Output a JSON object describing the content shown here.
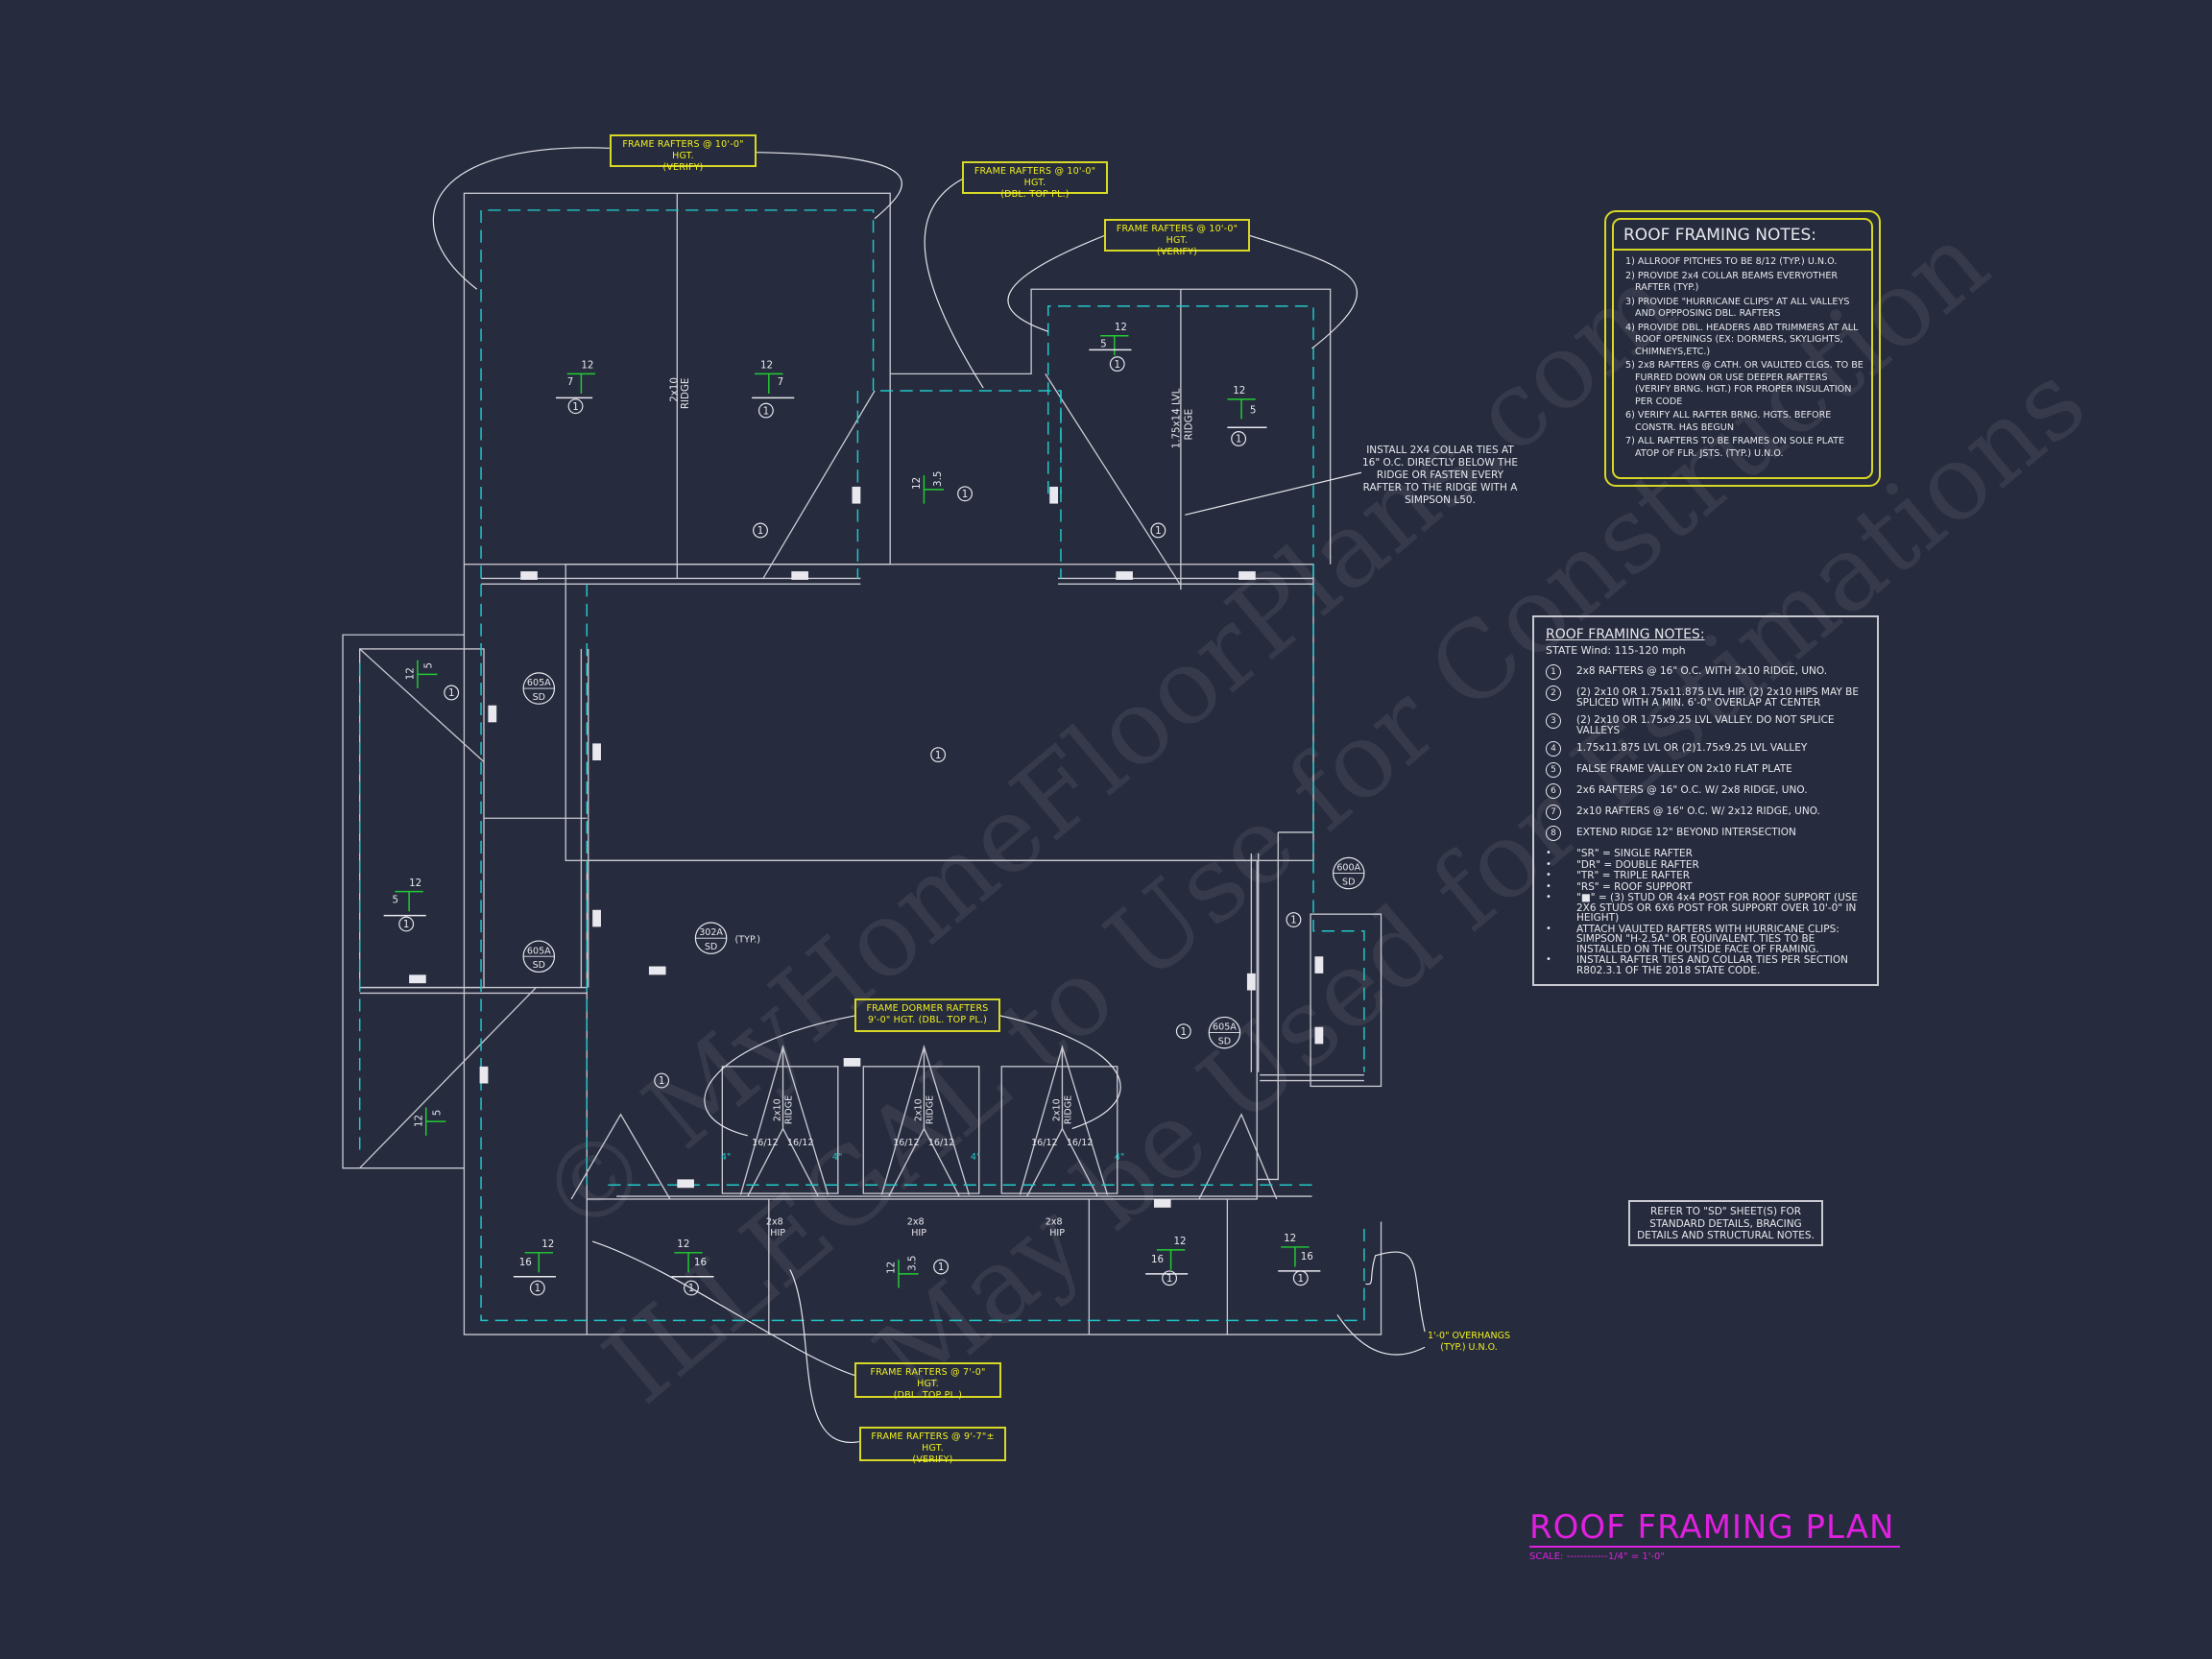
{
  "colors": {
    "background": "#262b3d",
    "outline": "#c9c9d2",
    "dashed_wall": "#22c8c8",
    "pitch": "#22cc33",
    "callout_box": "#f0f020",
    "title": "#e020e0"
  },
  "callout_boxes": [
    {
      "line1": "FRAME RAFTERS @ 10'-0\" HGT.",
      "line2": "(VERIFY)"
    },
    {
      "line1": "FRAME RAFTERS @ 10'-0\" HGT.",
      "line2": "(DBL. TOP PL.)"
    },
    {
      "line1": "FRAME RAFTERS @ 10'-0\" HGT.",
      "line2": "(VERIFY)"
    },
    {
      "line1": "FRAME DORMER RAFTERS",
      "line2": "9'-0\" HGT. (DBL. TOP PL.)"
    },
    {
      "line1": "FRAME RAFTERS @ 7'-0\" HGT.",
      "line2": "(DBL. TOP PL.)"
    },
    {
      "line1": "FRAME RAFTERS @ 9'-7\"± HGT.",
      "line2": "(VERIFY)"
    }
  ],
  "overhang_note": {
    "line1": "1'-0\" OVERHANGS",
    "line2": "(TYP.) U.N.O."
  },
  "collar_tie_note": [
    "INSTALL 2X4 COLLAR TIES AT",
    "16\" O.C. DIRECTLY BELOW THE",
    "RIDGE OR FASTEN EVERY",
    "RAFTER TO THE RIDGE WITH A",
    "SIMPSON L50."
  ],
  "notes_general": {
    "title": "ROOF FRAMING NOTES:",
    "items": [
      "1) ALLROOF PITCHES TO BE 8/12 (TYP.) U.N.O.",
      "2) PROVIDE 2x4 COLLAR BEAMS EVERYOTHER RAFTER (TYP.)",
      "3) PROVIDE \"HURRICANE CLIPS\" AT ALL VALLEYS AND OPPPOSING DBL. RAFTERS",
      "4) PROVIDE DBL. HEADERS ABD TRIMMERS AT ALL ROOF OPENINGS (EX: DORMERS, SKYLIGHTS, CHIMNEYS,ETC.)",
      "5) 2x8 RAFTERS @ CATH. OR VAULTED CLGS. TO BE FURRED DOWN OR USE DEEPER RAFTERS (VERIFY BRNG. HGT.) FOR PROPER INSULATION PER CODE",
      "6) VERIFY ALL RAFTER BRNG. HGTS. BEFORE CONSTR. HAS BEGUN",
      "7) ALL RAFTERS TO BE FRAMES ON SOLE PLATE ATOP OF FLR. JSTS. (TYP.) U.N.O."
    ]
  },
  "notes_structural": {
    "title": "ROOF FRAMING NOTES:",
    "subtitle": "STATE Wind: 115-120 mph",
    "numbered": [
      {
        "num": "1",
        "text": "2x8 RAFTERS @ 16\" O.C. WITH 2x10 RIDGE, UNO."
      },
      {
        "num": "2",
        "text": "(2) 2x10 OR 1.75x11.875 LVL HIP. (2) 2x10 HIPS MAY BE SPLICED WITH A MIN. 6'-0\" OVERLAP AT CENTER"
      },
      {
        "num": "3",
        "text": "(2) 2x10 OR 1.75x9.25 LVL VALLEY. DO NOT SPLICE VALLEYS"
      },
      {
        "num": "4",
        "text": "1.75x11.875 LVL OR (2)1.75x9.25 LVL VALLEY"
      },
      {
        "num": "5",
        "text": "FALSE FRAME VALLEY ON 2x10 FLAT PLATE"
      },
      {
        "num": "6",
        "text": "2x6 RAFTERS @ 16\" O.C. W/ 2x8 RIDGE, UNO."
      },
      {
        "num": "7",
        "text": "2x10 RAFTERS @ 16\" O.C. W/ 2x12 RIDGE, UNO."
      },
      {
        "num": "8",
        "text": "EXTEND RIDGE 12\" BEYOND INTERSECTION"
      }
    ],
    "bullets": [
      "\"SR\" = SINGLE RAFTER",
      "\"DR\" = DOUBLE RAFTER",
      "\"TR\" = TRIPLE RAFTER",
      "\"RS\" = ROOF SUPPORT",
      "\"■\" = (3) STUD OR 4x4 POST FOR ROOF SUPPORT (USE 2X6 STUDS OR 6X6 POST FOR SUPPORT OVER 10'-0\" IN HEIGHT)",
      "ATTACH VAULTED RAFTERS WITH HURRICANE CLIPS: SIMPSON \"H-2.5A\" OR EQUIVALENT. TIES TO BE INSTALLED ON THE OUTSIDE FACE OF FRAMING.",
      "INSTALL RAFTER TIES AND COLLAR TIES PER SECTION R802.3.1 OF THE 2018 STATE CODE."
    ]
  },
  "refer_note": [
    "REFER TO \"SD\" SHEET(S) FOR",
    "STANDARD DETAILS, BRACING",
    "DETAILS AND STRUCTURAL NOTES."
  ],
  "title": {
    "text": "ROOF FRAMING PLAN",
    "scale": "SCALE: ------------1/4\" = 1'-0\""
  },
  "plan_labels": {
    "ridge_2x10": "2x10",
    "ridge_word": "RIDGE",
    "ridge_lvl": "1.75x14 LVL",
    "callout_num": "1",
    "dormer_ridge": "2x10",
    "dormer_pitch": "16/12",
    "hip_size": "2x8",
    "hip_word": "HIP",
    "overhang_dim": "4\"",
    "typ": "(TYP.)"
  },
  "section_tags": [
    {
      "num": "605A",
      "sheet": "SD"
    },
    {
      "num": "605A",
      "sheet": "SD"
    },
    {
      "num": "605A",
      "sheet": "SD"
    },
    {
      "num": "600A",
      "sheet": "SD"
    },
    {
      "num": "302A",
      "sheet": "SD"
    }
  ],
  "pitch_marks": [
    {
      "rise": "12",
      "run": "7"
    },
    {
      "rise": "12",
      "run": "7"
    },
    {
      "rise": "12",
      "run": "5"
    },
    {
      "rise": "12",
      "run": "5"
    },
    {
      "rise": "12",
      "run": "3.5"
    },
    {
      "rise": "12",
      "run": "5"
    },
    {
      "rise": "12",
      "run": "5"
    },
    {
      "rise": "12",
      "run": "5"
    },
    {
      "rise": "12",
      "run": "16"
    },
    {
      "rise": "12",
      "run": "16"
    },
    {
      "rise": "12",
      "run": "3.5"
    },
    {
      "rise": "12",
      "run": "16"
    },
    {
      "rise": "12",
      "run": "16"
    }
  ],
  "watermark": [
    "© MyHomeFloorPlans.com",
    "ILLEGAL to Use for Construction",
    "May be Used for Estimations"
  ]
}
